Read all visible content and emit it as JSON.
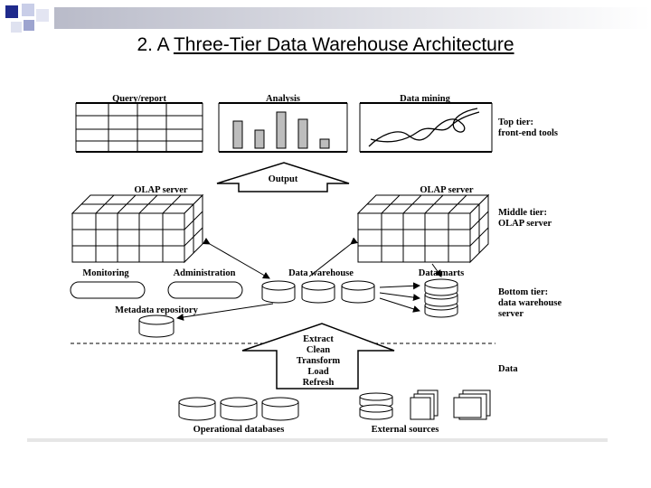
{
  "title": {
    "prefix": "2. A ",
    "underlined": "Three-Tier Data Warehouse Architecture"
  },
  "top_tier": {
    "panels": [
      "Query/report",
      "Analysis",
      "Data mining"
    ],
    "label_line1": "Top tier:",
    "label_line2": "front-end tools",
    "analysis_bars": [
      0.75,
      0.5,
      1.0,
      0.8,
      0.25
    ]
  },
  "output_label": "Output",
  "middle_tier": {
    "olap_server_left": "OLAP server",
    "olap_server_right": "OLAP server",
    "label_line1": "Middle tier:",
    "label_line2": "OLAP server"
  },
  "bottom_tier": {
    "monitoring": "Monitoring",
    "administration": "Administration",
    "data_warehouse": "Data warehouse",
    "data_marts": "Data marts",
    "metadata_repository": "Metadata repository",
    "label_line1": "Bottom tier:",
    "label_line2": "data warehouse",
    "label_line3": "server"
  },
  "etl_steps": [
    "Extract",
    "Clean",
    "Transform",
    "Load",
    "Refresh"
  ],
  "data_tier": {
    "label": "Data",
    "operational_databases": "Operational databases",
    "external_sources": "External sources"
  },
  "colors": {
    "accent_square": "#1f2a8c",
    "light_square": "#c9cee8",
    "bar_fill": "#bdbdbd"
  }
}
